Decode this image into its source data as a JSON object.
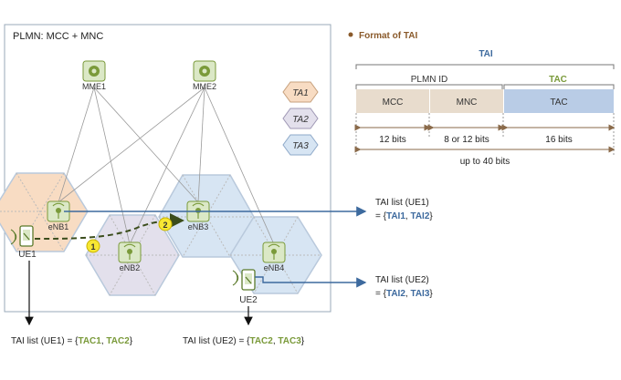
{
  "plmn_title": "PLMN: MCC + MNC",
  "mme": [
    {
      "label": "MME1"
    },
    {
      "label": "MME2"
    }
  ],
  "enb": [
    {
      "label": "eNB1"
    },
    {
      "label": "eNB2"
    },
    {
      "label": "eNB3"
    },
    {
      "label": "eNB4"
    }
  ],
  "ue": [
    {
      "label": "UE1"
    },
    {
      "label": "UE2"
    }
  ],
  "ta_legend": [
    {
      "label": "TA1",
      "color": "#f8dcc3",
      "border": "#c7a07c"
    },
    {
      "label": "TA2",
      "color": "#e3e0ec",
      "border": "#9f98b5"
    },
    {
      "label": "TA3",
      "color": "#d7e5f3",
      "border": "#8ea9c9"
    }
  ],
  "steps": [
    "1",
    "2"
  ],
  "tai_format": {
    "section_title": "Format of TAI",
    "top_label": "TAI",
    "plmn_label": "PLMN ID",
    "tac_label": "TAC",
    "fields": [
      "MCC",
      "MNC",
      "TAC"
    ],
    "bits": [
      "12 bits",
      "8 or  12 bits",
      "16 bits"
    ],
    "total": "up to 40 bits"
  },
  "tai_lists": {
    "ue1": {
      "prefix": "TAI list (UE1)",
      "eq": "= {",
      "items": [
        "TAI1",
        "TAI2"
      ],
      "sep": ", ",
      "close": "}"
    },
    "ue2": {
      "prefix": "TAI list (UE2)",
      "eq": "= {",
      "items": [
        "TAI2",
        "TAI3"
      ],
      "sep": ", ",
      "close": "}"
    }
  },
  "tac_lists": {
    "ue1": {
      "prefix": "TAI list (UE1) = {",
      "items": [
        "TAC1",
        "TAC2"
      ],
      "sep": ", ",
      "close": "}"
    },
    "ue2": {
      "prefix": "TAI list (UE2) = {",
      "items": [
        "TAC2",
        "TAC3"
      ],
      "sep": ", ",
      "close": "}"
    }
  },
  "colors": {
    "green_accent": "#7a9a3a",
    "blue_accent": "#3d6a9e",
    "title_brown": "#8a5a2b",
    "mcc_fill": "#e8dccd",
    "tac_fill": "#b9cce6"
  }
}
